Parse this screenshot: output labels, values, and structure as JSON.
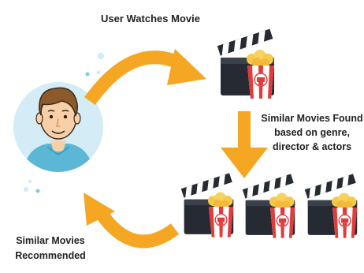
{
  "labels": {
    "watch": "User Watches Movie",
    "found_line1": "Similar Movies Found",
    "found_line2": "based on genre,",
    "found_line3": "director & actors",
    "recommended_line1": "Similar Movies",
    "recommended_line2": "Recommended"
  },
  "colors": {
    "arrow": "#f5a623",
    "avatar_circle": "#d3ecf5",
    "dots": "#7ec9df",
    "shirt": "#5bb7d5",
    "skin": "#f8cfa6",
    "hair": "#8b5a2b",
    "clapper": "#262b33",
    "popcorn_red": "#e23b3b",
    "popcorn": "#f6c94a"
  },
  "icons": {
    "user": "user-avatar-icon",
    "movie": "clapperboard-popcorn-icon"
  }
}
